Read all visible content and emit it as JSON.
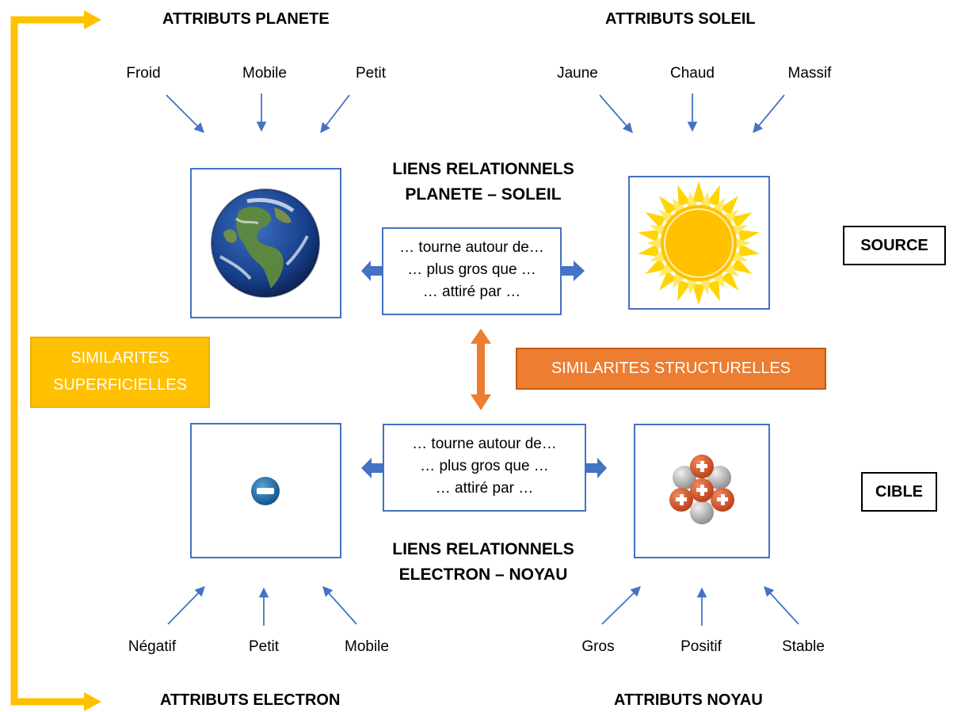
{
  "source": {
    "attributes_title": "ATTRIBUTS PLANETE",
    "attributes": [
      "Froid",
      "Mobile",
      "Petit"
    ],
    "second_attributes_title": "ATTRIBUTS SOLEIL",
    "second_attributes": [
      "Jaune",
      "Chaud",
      "Massif"
    ],
    "links_title_line1": "LIENS RELATIONNELS",
    "links_title_line2": "PLANETE – SOLEIL",
    "relations": [
      "… tourne autour de…",
      "… plus gros que …",
      "… attiré par …"
    ],
    "tag": "SOURCE"
  },
  "target": {
    "attributes_title": "ATTRIBUTS ELECTRON",
    "attributes": [
      "Négatif",
      "Petit",
      "Mobile"
    ],
    "second_attributes_title": "ATTRIBUTS NOYAU",
    "second_attributes": [
      "Gros",
      "Positif",
      "Stable"
    ],
    "links_title_line1": "LIENS RELATIONNELS",
    "links_title_line2": "ELECTRON – NOYAU",
    "relations": [
      "… tourne autour de…",
      "… plus gros que …",
      "… attiré par …"
    ],
    "tag": "CIBLE"
  },
  "similarities": {
    "structural": "SIMILARITES STRUCTURELLES",
    "superficial_line1": "SIMILARITES",
    "superficial_line2": "SUPERFICIELLES"
  },
  "colors": {
    "blue": "#4472c4",
    "orange": "#ed7d31",
    "yellow": "#ffc000"
  },
  "icons": {
    "planet": "earth-globe-icon",
    "sun": "sun-icon",
    "electron": "electron-minus-icon",
    "nucleus": "nucleus-icon"
  }
}
